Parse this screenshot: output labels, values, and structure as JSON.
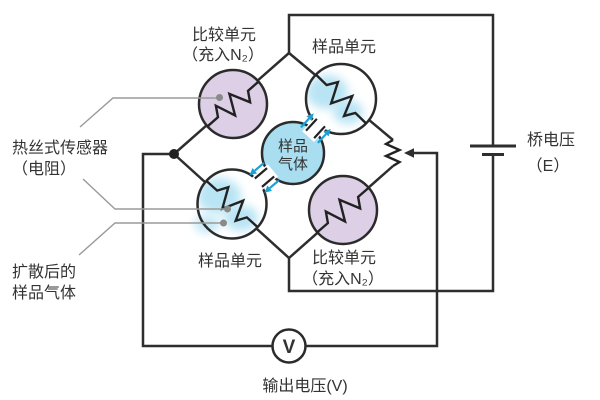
{
  "diagram": {
    "units": {
      "top_left": {
        "name": "比较单元",
        "note": "（充入N₂）"
      },
      "top_right": {
        "name": "样品单元"
      },
      "bottom_left": {
        "name": "样品单元"
      },
      "bottom_right": {
        "name": "比较单元",
        "note": "（充入N₂）"
      }
    },
    "center_gas": {
      "line1": "样品",
      "line2": "气体"
    },
    "annotations": {
      "sensor_line1": "热丝式传感器",
      "sensor_line2": "（电阻）",
      "diffused_line1": "扩散后的",
      "diffused_line2": "样品气体"
    },
    "electrical": {
      "bridge_line1": "桥电压",
      "bridge_line2": "（E）",
      "output": "输出电压(V)",
      "voltmeter": "V"
    },
    "colors": {
      "comparison_cell_fill": "#dccfe6",
      "sample_cell_fill": "#ffffff",
      "sample_gas_fill": "#a9def0",
      "gas_cloud": "#b9e4f4",
      "arrow_cyan": "#1ba0d4",
      "wire": "#2e2e2e",
      "leader_gray": "#9a9a9a"
    }
  }
}
